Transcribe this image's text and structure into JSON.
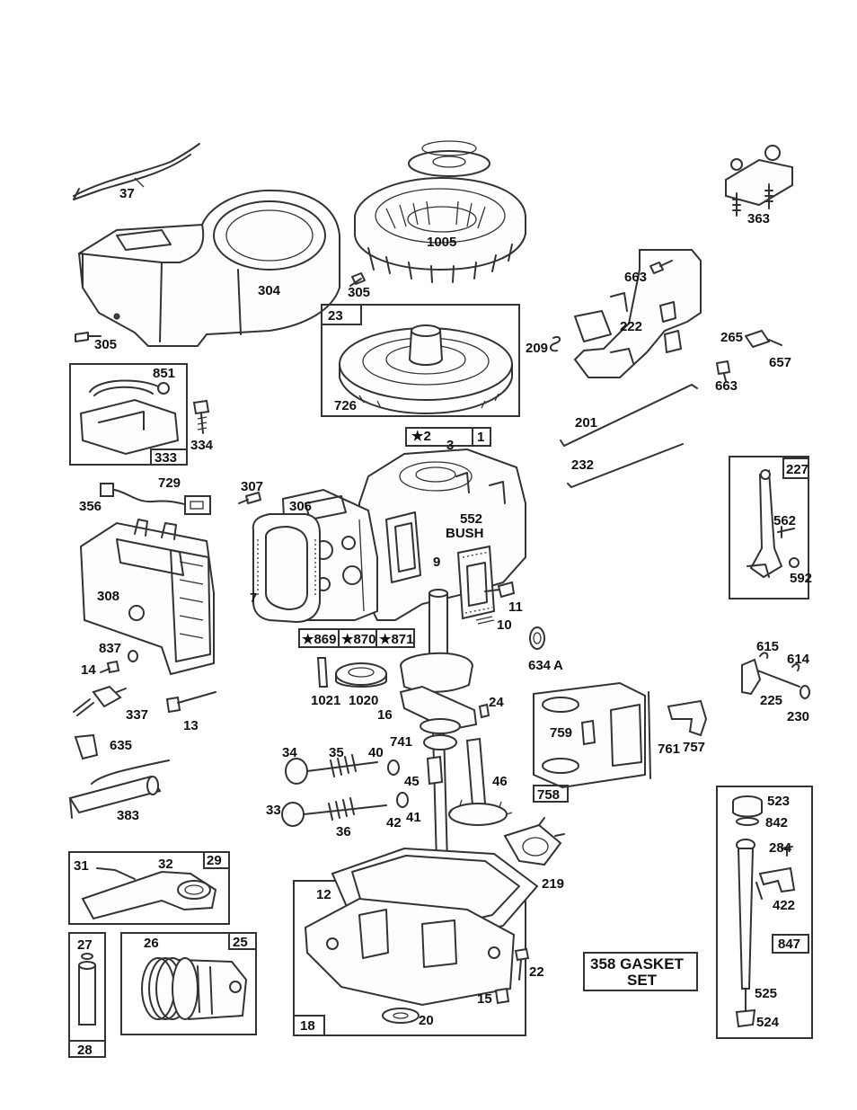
{
  "labels": {
    "p37": "37",
    "p304": "304",
    "p305a": "305",
    "p305b": "305",
    "p1005": "1005",
    "p363": "363",
    "p663a": "663",
    "p663b": "663",
    "p222": "222",
    "p265": "265",
    "p657": "657",
    "p209": "209",
    "p23": "23",
    "p726": "726",
    "p851": "851",
    "p334": "334",
    "p333": "333",
    "p201": "201",
    "p232": "232",
    "p2": "★2",
    "p3": "3",
    "p1": "1",
    "p729": "729",
    "p307": "307",
    "p356": "356",
    "p306": "306",
    "p552": "552",
    "bush": "BUSH",
    "p9": "9",
    "p227": "227",
    "p562": "562",
    "p592": "592",
    "p308": "308",
    "p7": "7",
    "p11": "11",
    "p10": "10",
    "p869": "★869",
    "p870": "★870",
    "p871": "★871",
    "p837": "837",
    "p14": "14",
    "p634": "634",
    "p634s": "A",
    "p615": "615",
    "p614": "614",
    "p225": "225",
    "p230": "230",
    "p1021": "1021",
    "p1020": "1020",
    "p24": "24",
    "p16": "16",
    "p337": "337",
    "p13": "13",
    "p741": "741",
    "p759": "759",
    "p761": "761",
    "p757": "757",
    "p758": "758",
    "p635": "635",
    "p34": "34",
    "p35": "35",
    "p40": "40",
    "p45": "45",
    "p46": "46",
    "p383": "383",
    "p33": "33",
    "p42": "42",
    "p41": "41",
    "p36": "36",
    "p523": "523",
    "p842": "842",
    "p284": "284",
    "p422": "422",
    "p847": "847",
    "p525": "525",
    "p524": "524",
    "p219": "219",
    "p29": "29",
    "p31": "31",
    "p32": "32",
    "p12": "12",
    "p27": "27",
    "p26": "26",
    "p25": "25",
    "p28": "28",
    "p22": "22",
    "p15": "15",
    "p20": "20",
    "p18": "18"
  },
  "gasket_set": {
    "line1": "358  GASKET",
    "line2": "SET"
  }
}
